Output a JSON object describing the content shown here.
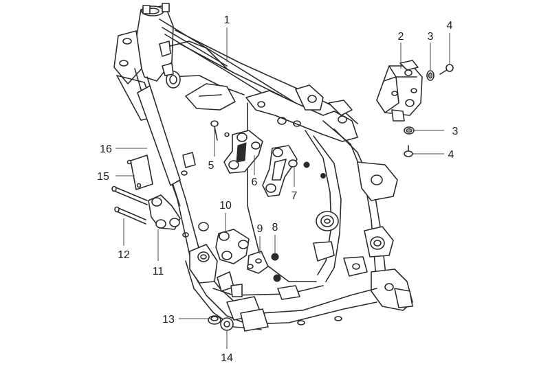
{
  "diagram": {
    "callouts": [
      {
        "id": "c1",
        "label": "1"
      },
      {
        "id": "c2",
        "label": "2"
      },
      {
        "id": "c3a",
        "label": "3"
      },
      {
        "id": "c4a",
        "label": "4"
      },
      {
        "id": "c3b",
        "label": "3"
      },
      {
        "id": "c4b",
        "label": "4"
      },
      {
        "id": "c5",
        "label": "5"
      },
      {
        "id": "c6",
        "label": "6"
      },
      {
        "id": "c7",
        "label": "7"
      },
      {
        "id": "c8",
        "label": "8"
      },
      {
        "id": "c9",
        "label": "9"
      },
      {
        "id": "c10",
        "label": "10"
      },
      {
        "id": "c11",
        "label": "11"
      },
      {
        "id": "c12",
        "label": "12"
      },
      {
        "id": "c13",
        "label": "13"
      },
      {
        "id": "c14",
        "label": "14"
      },
      {
        "id": "c15",
        "label": "15"
      },
      {
        "id": "c16",
        "label": "16"
      }
    ]
  }
}
